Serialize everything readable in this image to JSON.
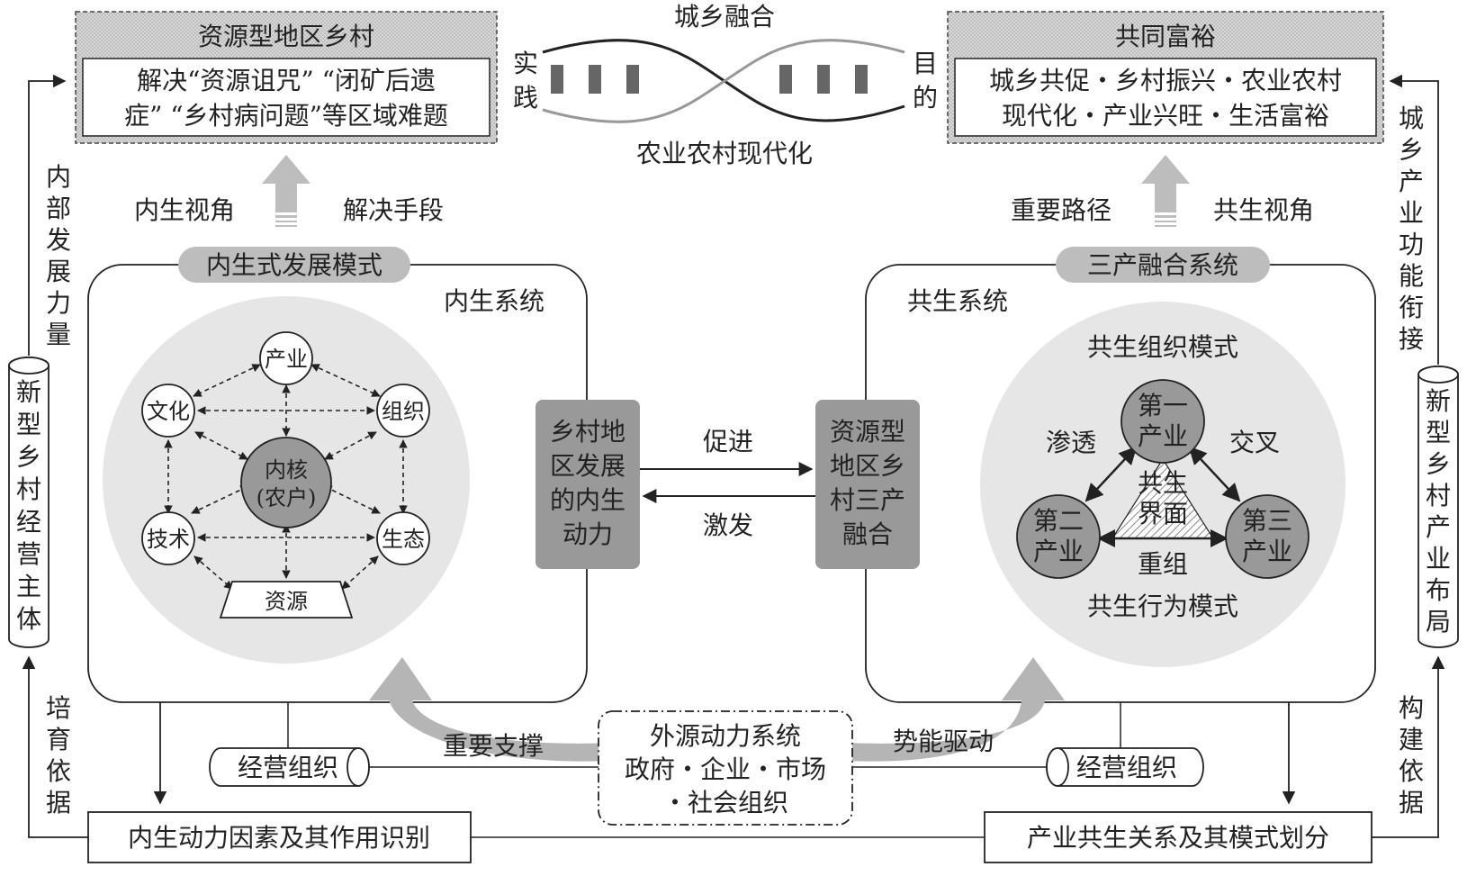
{
  "top_left": {
    "header": "资源型地区乡村",
    "body_lines": [
      "解决“资源诅咒” “闭矿后遗",
      "症” “乡村病问题”等区域难题"
    ]
  },
  "top_right": {
    "header": "共同富裕",
    "body_lines": [
      "城乡共促・乡村振兴・农业农村",
      "现代化・产业兴旺・生活富裕"
    ]
  },
  "helix": {
    "top_label": "城乡融合",
    "bottom_label": "农业农村现代化",
    "left_label": [
      "实",
      "践"
    ],
    "right_label": [
      "目",
      "的"
    ]
  },
  "up_arrows": {
    "left_left": "内生视角",
    "left_right": "解决手段",
    "right_left": "重要路径",
    "right_right": "共生视角"
  },
  "left_system": {
    "pill": "内生式发展模式",
    "title": "内生系统",
    "nodes": {
      "industry": "产业",
      "culture": "文化",
      "organization": "组织",
      "technology": "技术",
      "ecology": "生态",
      "core": [
        "内核",
        "(农户)"
      ],
      "resource": "资源"
    }
  },
  "right_system": {
    "pill": "三产融合系统",
    "title": "共生系统",
    "org_mode": "共生组织模式",
    "behavior_mode": "共生行为模式",
    "first": [
      "第一",
      "产业"
    ],
    "second": [
      "第二",
      "产业"
    ],
    "third": [
      "第三",
      "产业"
    ],
    "interface": [
      "共生",
      "界面"
    ],
    "permeate": "渗透",
    "cross": "交叉",
    "reorganize": "重组"
  },
  "center": {
    "left_box": [
      "乡村地",
      "区发展",
      "的内生",
      "动力"
    ],
    "right_box": [
      "资源型",
      "地区乡",
      "村三产",
      "融合"
    ],
    "promote": "促进",
    "stimulate": "激发"
  },
  "external": {
    "lines": [
      "外源动力系统",
      "政府・企业・市场",
      "・社会组织"
    ],
    "left_label": "重要支撑",
    "right_label": "势能驱动"
  },
  "cylinders": {
    "left_vertical": [
      "新",
      "型",
      "乡",
      "村",
      "经",
      "营",
      "主",
      "体"
    ],
    "right_vertical": [
      "新",
      "型",
      "乡",
      "村",
      "产",
      "业",
      "布",
      "局"
    ],
    "left_org": "经营组织",
    "right_org": "经营组织"
  },
  "side_labels": {
    "left_upper": [
      "内",
      "部",
      "发",
      "展",
      "力",
      "量"
    ],
    "left_lower": [
      "培",
      "育",
      "依",
      "据"
    ],
    "right_upper": [
      "城",
      "乡",
      "产",
      "业",
      "功",
      "能",
      "衔",
      "接"
    ],
    "right_lower": [
      "构",
      "建",
      "依",
      "据"
    ]
  },
  "bottom": {
    "left_box": "内生动力因素及其作用识别",
    "right_box": "产业共生关系及其模式划分"
  }
}
